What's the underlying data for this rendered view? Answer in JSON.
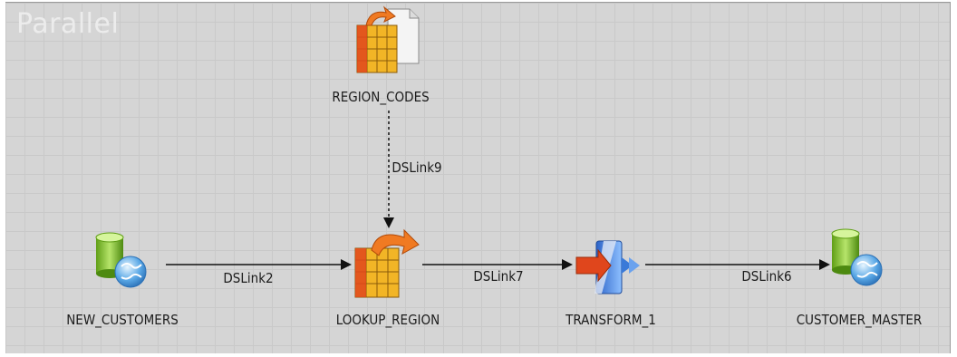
{
  "canvas": {
    "title": "Parallel",
    "background": "#d5d5d5"
  },
  "stages": [
    {
      "id": "new_customers",
      "label": "NEW_CUSTOMERS",
      "icon": "database-globe-icon"
    },
    {
      "id": "region_codes",
      "label": "REGION_CODES",
      "icon": "file-lookup-table-icon"
    },
    {
      "id": "lookup_region",
      "label": "LOOKUP_REGION",
      "icon": "lookup-stage-icon"
    },
    {
      "id": "transform_1",
      "label": "TRANSFORM_1",
      "icon": "transformer-icon"
    },
    {
      "id": "customer_master",
      "label": "CUSTOMER_MASTER",
      "icon": "database-globe-icon"
    }
  ],
  "links": [
    {
      "name": "DSLink2",
      "from": "new_customers",
      "to": "lookup_region",
      "style": "solid"
    },
    {
      "name": "DSLink9",
      "from": "region_codes",
      "to": "lookup_region",
      "style": "dotted"
    },
    {
      "name": "DSLink7",
      "from": "lookup_region",
      "to": "transform_1",
      "style": "solid"
    },
    {
      "name": "DSLink6",
      "from": "transform_1",
      "to": "customer_master",
      "style": "solid"
    }
  ]
}
